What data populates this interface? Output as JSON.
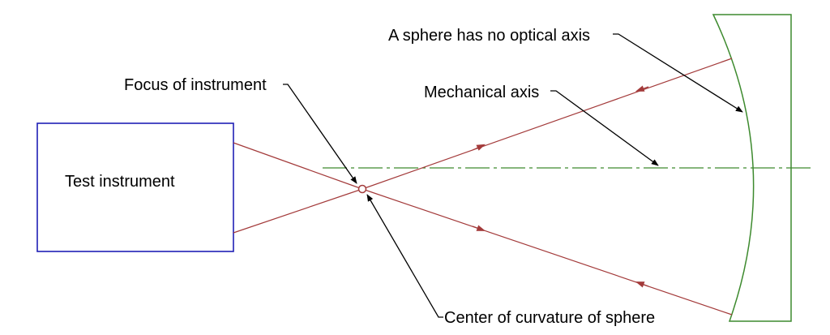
{
  "labels": {
    "test_instrument": "Test instrument",
    "focus_of_instrument": "Focus of instrument",
    "sphere_no_optical_axis": "A sphere has no optical axis",
    "mechanical_axis": "Mechanical axis",
    "center_of_curvature": "Center of curvature of sphere"
  },
  "colors": {
    "instrument_box": "#1f1fb5",
    "rays": "#a33a3a",
    "mirror": "#3d8a2e",
    "axis": "#3d8a2e",
    "leaders": "#000000"
  }
}
